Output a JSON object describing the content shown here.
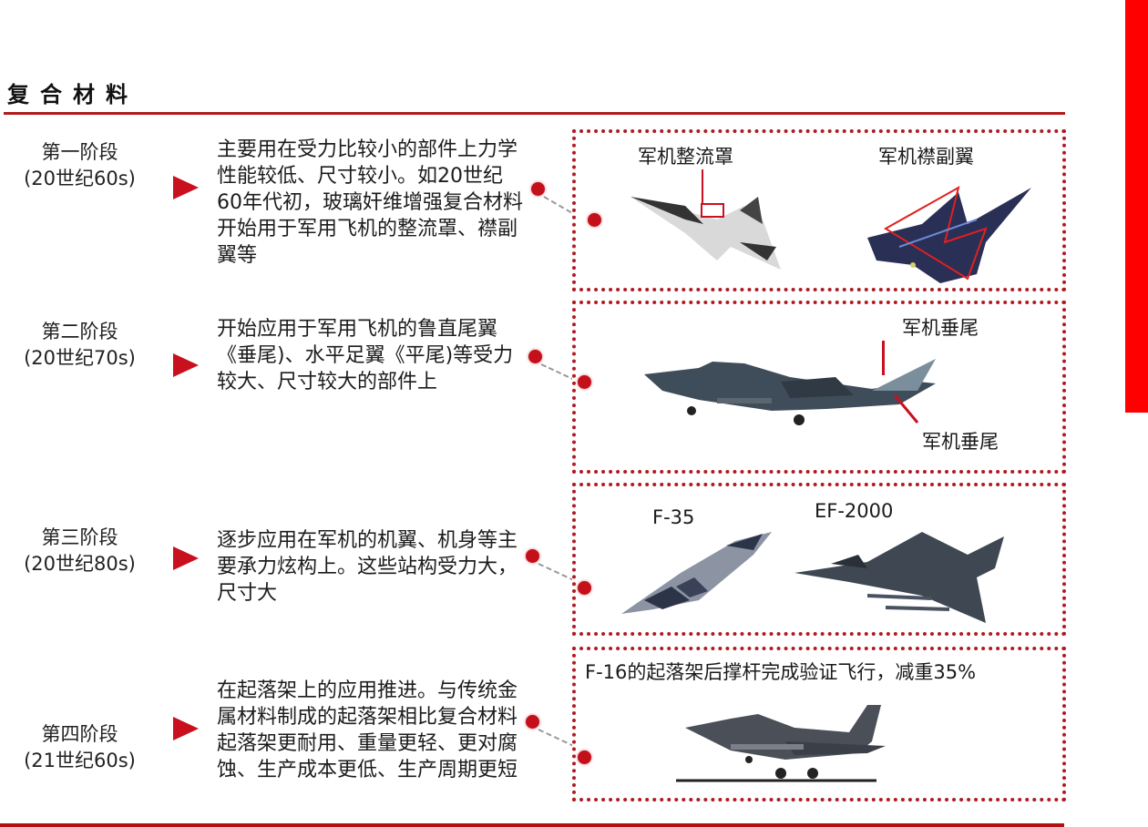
{
  "header": {
    "title": "复合材料"
  },
  "colors": {
    "accent_red": "#c8101e",
    "rule_red": "#b01b1b",
    "side_bar": "#ff0000",
    "panel_border": "#b01b22"
  },
  "stages": [
    {
      "name": "第一阶段",
      "period": "(20世纪60s)",
      "description": "主要用在受力比较小的部件上力学性能较低、尺寸较小。如20世纪60年代初，玻璃奸维增强复合材料开始用于军用飞机的整流罩、襟副翼等",
      "panel": {
        "labels": [
          "军机整流罩",
          "军机襟副翼"
        ],
        "icons": [
          "fighter-jet-stealth-icon",
          "fighter-jet-flanker-icon"
        ]
      }
    },
    {
      "name": "第二阶段",
      "period": "(20世纪70s)",
      "description": "开始应用于军用飞机的鲁直尾翼《垂尾)、水平足翼《平尾)等受力较大、尺寸较大的部件上",
      "panel": {
        "labels": [
          "军机垂尾",
          "军机垂尾"
        ],
        "icons": [
          "fighter-jet-side-view-icon"
        ]
      }
    },
    {
      "name": "第三阶段",
      "period": "(20世纪80s)",
      "description": "逐步应用在军机的机翼、机身等主要承力炫构上。这些站构受力大，尺寸大",
      "panel": {
        "labels": [
          "F-35",
          "EF-2000"
        ],
        "icons": [
          "f35-jet-icon",
          "ef2000-jet-icon"
        ]
      }
    },
    {
      "name": "第四阶段",
      "period": "(21世纪60s)",
      "description": "在起落架上的应用推进。与传统金属材料制成的起落架相比复合材料起落架更耐用、重量更轻、更对腐蚀、生产成本更低、生产周期更短",
      "panel": {
        "labels": [
          "F-16的起落架后撑杆完成验证飞行，减重35%"
        ],
        "icons": [
          "f16-jet-landing-icon"
        ]
      }
    }
  ]
}
